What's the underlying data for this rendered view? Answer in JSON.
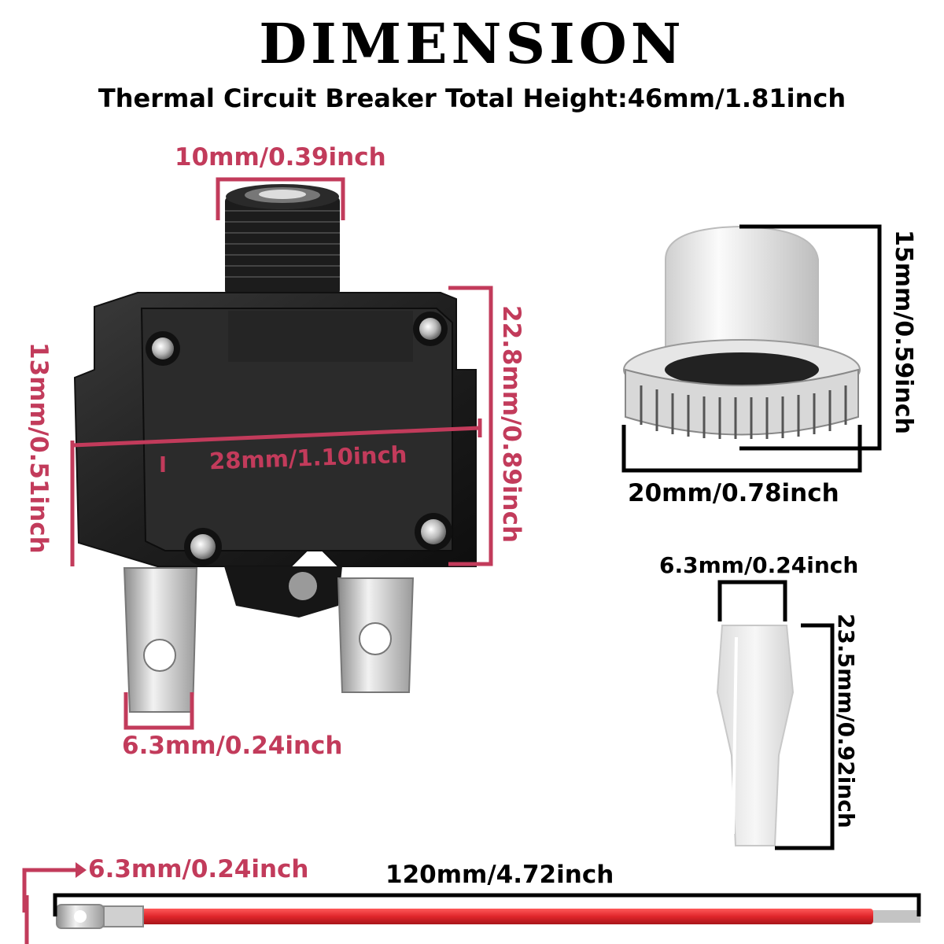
{
  "header": {
    "title": "DIMENSION",
    "subtitle": "Thermal Circuit Breaker Total Height:46mm/1.81inch"
  },
  "breaker": {
    "button_diameter": "10mm/0.39inch",
    "width": "28mm/1.10inch",
    "height": "22.8mm/0.89inch",
    "depth": "13mm/0.51inch",
    "terminal_width": "6.3mm/0.24inch"
  },
  "cap": {
    "height": "15mm/0.59inch",
    "diameter": "20mm/0.78inch"
  },
  "sleeve": {
    "width": "6.3mm/0.24inch",
    "length": "23.5mm/0.92inch"
  },
  "wire": {
    "terminal": "6.3mm/0.24inch",
    "length": "120mm/4.72inch"
  },
  "colors": {
    "accent": "#c23b5b",
    "wire": "#e0262b"
  }
}
